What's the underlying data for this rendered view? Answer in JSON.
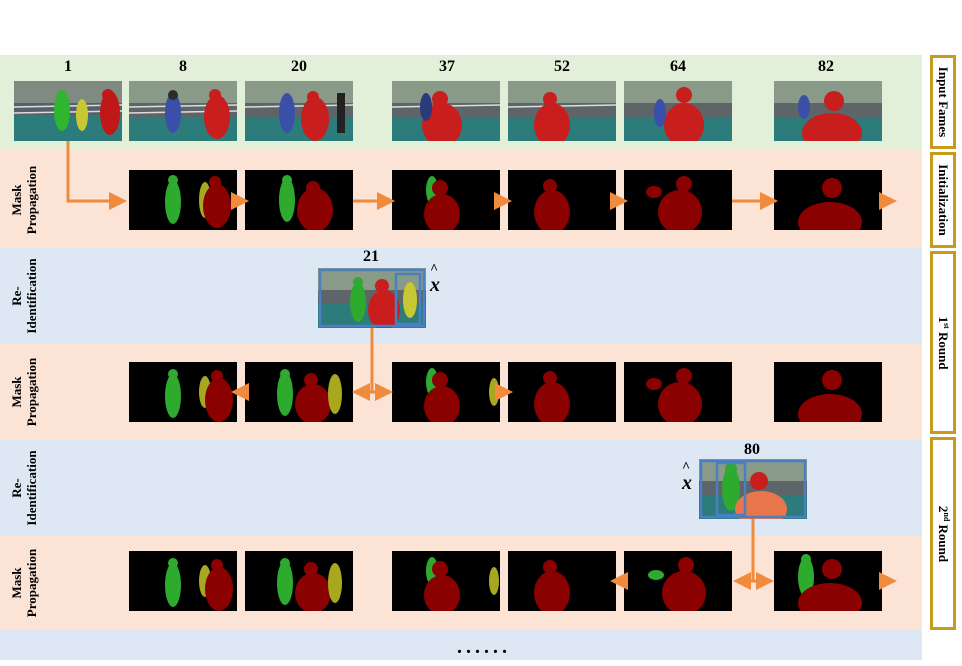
{
  "frame_numbers": [
    "1",
    "8",
    "20",
    "37",
    "52",
    "64",
    "82"
  ],
  "reid_frames": {
    "first": "21",
    "second": "80"
  },
  "row_labels": {
    "mask_propagation": [
      "Mask",
      "Propagation"
    ],
    "re_identification": [
      "Re-",
      "Identification"
    ]
  },
  "side_labels": {
    "input": "Input Fames",
    "init": "Initialization",
    "round1": "Round",
    "round1_prefix": "1",
    "round1_sup": "st",
    "round2": "Round",
    "round2_prefix": "2",
    "round2_sup": "nd"
  },
  "x_hat": "x",
  "ellipsis": "......",
  "colors": {
    "green_band": "#e2efd9",
    "peach_band": "#fbe3d6",
    "blue_band": "#dde8f4",
    "arrow": "#f08a3c",
    "gold_border": "#c59a1e",
    "mask_red": "#8b0000",
    "mask_green": "#2eaa2e",
    "mask_yellow": "#a8a820",
    "box_blue": "#4a7fc1"
  }
}
